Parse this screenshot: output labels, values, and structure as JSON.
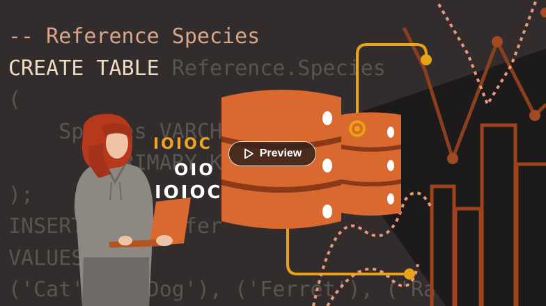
{
  "code": {
    "line1": "-- Reference Species",
    "line2_keyword": "CREATE TABLE",
    "line2_rest": " Reference.Species",
    "line3": "(",
    "line4": "    Species VARCH",
    "line5": "        PRIMARY K",
    "line6": ");",
    "line7": "INSERT INTO Refer",
    "line8": "VALUES",
    "line9": "('Cat'), ('Dog'), ('Ferret'), ('Rabbit'),"
  },
  "binary": {
    "row1": "IOIOC",
    "row2": "OIO",
    "row3": "IOIOC"
  },
  "preview_button": {
    "label": "Preview",
    "icon": "play-icon"
  },
  "colors": {
    "background": "#322d2c",
    "panel": "#1c1a1b",
    "database_orange": "#d9692f",
    "accent_gold": "#e8a317",
    "line_brown": "#8a3f1f",
    "dotted_salmon": "#e79a78"
  }
}
